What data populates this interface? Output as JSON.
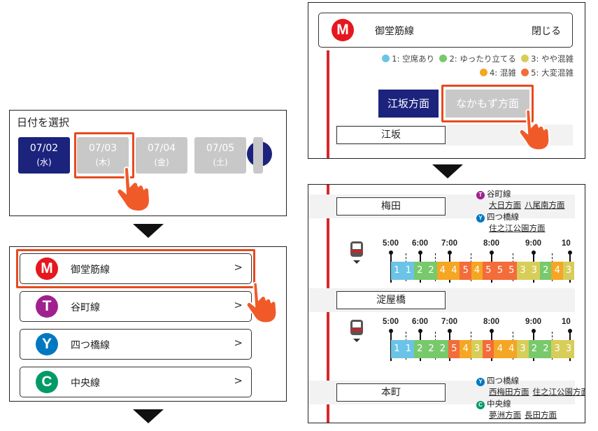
{
  "colors": {
    "navy": "#1b237d",
    "highlight": "#e84a1e",
    "midosuji": "#e5171f",
    "tanimachi": "#a0218e",
    "yotsubashi": "#0078c1",
    "chuo": "#019a66",
    "inactive": "#c8c8c8"
  },
  "date_select": {
    "title": "日付を選択",
    "dates": [
      {
        "date": "07/02",
        "dow": "(水)",
        "selected": true
      },
      {
        "date": "07/03",
        "dow": "(木)",
        "selected": false
      },
      {
        "date": "07/04",
        "dow": "(金)",
        "selected": false
      },
      {
        "date": "07/05",
        "dow": "(土)",
        "selected": false
      }
    ],
    "next_icon": "›"
  },
  "line_list": [
    {
      "letter": "M",
      "name": "御堂筋線",
      "color": "#e5171f"
    },
    {
      "letter": "T",
      "name": "谷町線",
      "color": "#a0218e"
    },
    {
      "letter": "Y",
      "name": "四つ橋線",
      "color": "#0078c1"
    },
    {
      "letter": "C",
      "name": "中央線",
      "color": "#019a66"
    }
  ],
  "chevron": ">",
  "header": {
    "letter": "M",
    "line_name": "御堂筋線",
    "close_label": "閉じる"
  },
  "legend": [
    {
      "label": "1: 空席あり",
      "color": "#6bc4e8"
    },
    {
      "label": "2: ゆったり立てる",
      "color": "#78c96c"
    },
    {
      "label": "3: やや混雑",
      "color": "#d7cd59"
    },
    {
      "label": "4: 混雑",
      "color": "#f5a623"
    },
    {
      "label": "5: 大変混雑",
      "color": "#f36c3a"
    }
  ],
  "directions": [
    {
      "label": "江坂方面",
      "active": true
    },
    {
      "label": "なかもず方面",
      "active": false
    }
  ],
  "first_station": "江坂",
  "timeline": {
    "hours": [
      "5:00",
      "6:00",
      "7:00",
      "8:00",
      "9:00",
      "10"
    ],
    "stations": [
      {
        "name": "梅田",
        "transfers": [
          {
            "letter": "T",
            "line": "谷町線",
            "color": "#a0218e",
            "links": [
              "大日方面",
              "八尾南方面"
            ]
          },
          {
            "letter": "Y",
            "line": "四つ橋線",
            "color": "#0078c1",
            "links": [
              "住之江公園方面"
            ]
          }
        ],
        "levels": [
          1,
          1,
          2,
          2,
          4,
          4,
          5,
          4,
          5,
          5,
          5,
          3,
          3,
          2,
          4,
          3
        ]
      },
      {
        "name": "淀屋橋",
        "transfers": [],
        "levels": [
          1,
          1,
          2,
          2,
          2,
          5,
          4,
          3,
          5,
          4,
          4,
          3,
          2,
          2,
          3,
          3
        ]
      },
      {
        "name": "本町",
        "transfers": [
          {
            "letter": "Y",
            "line": "四つ橋線",
            "color": "#0078c1",
            "links": [
              "西梅田方面",
              "住之江公園方面"
            ]
          },
          {
            "letter": "C",
            "line": "中央線",
            "color": "#019a66",
            "links": [
              "夢洲方面",
              "長田方面"
            ]
          }
        ],
        "levels": []
      }
    ]
  }
}
